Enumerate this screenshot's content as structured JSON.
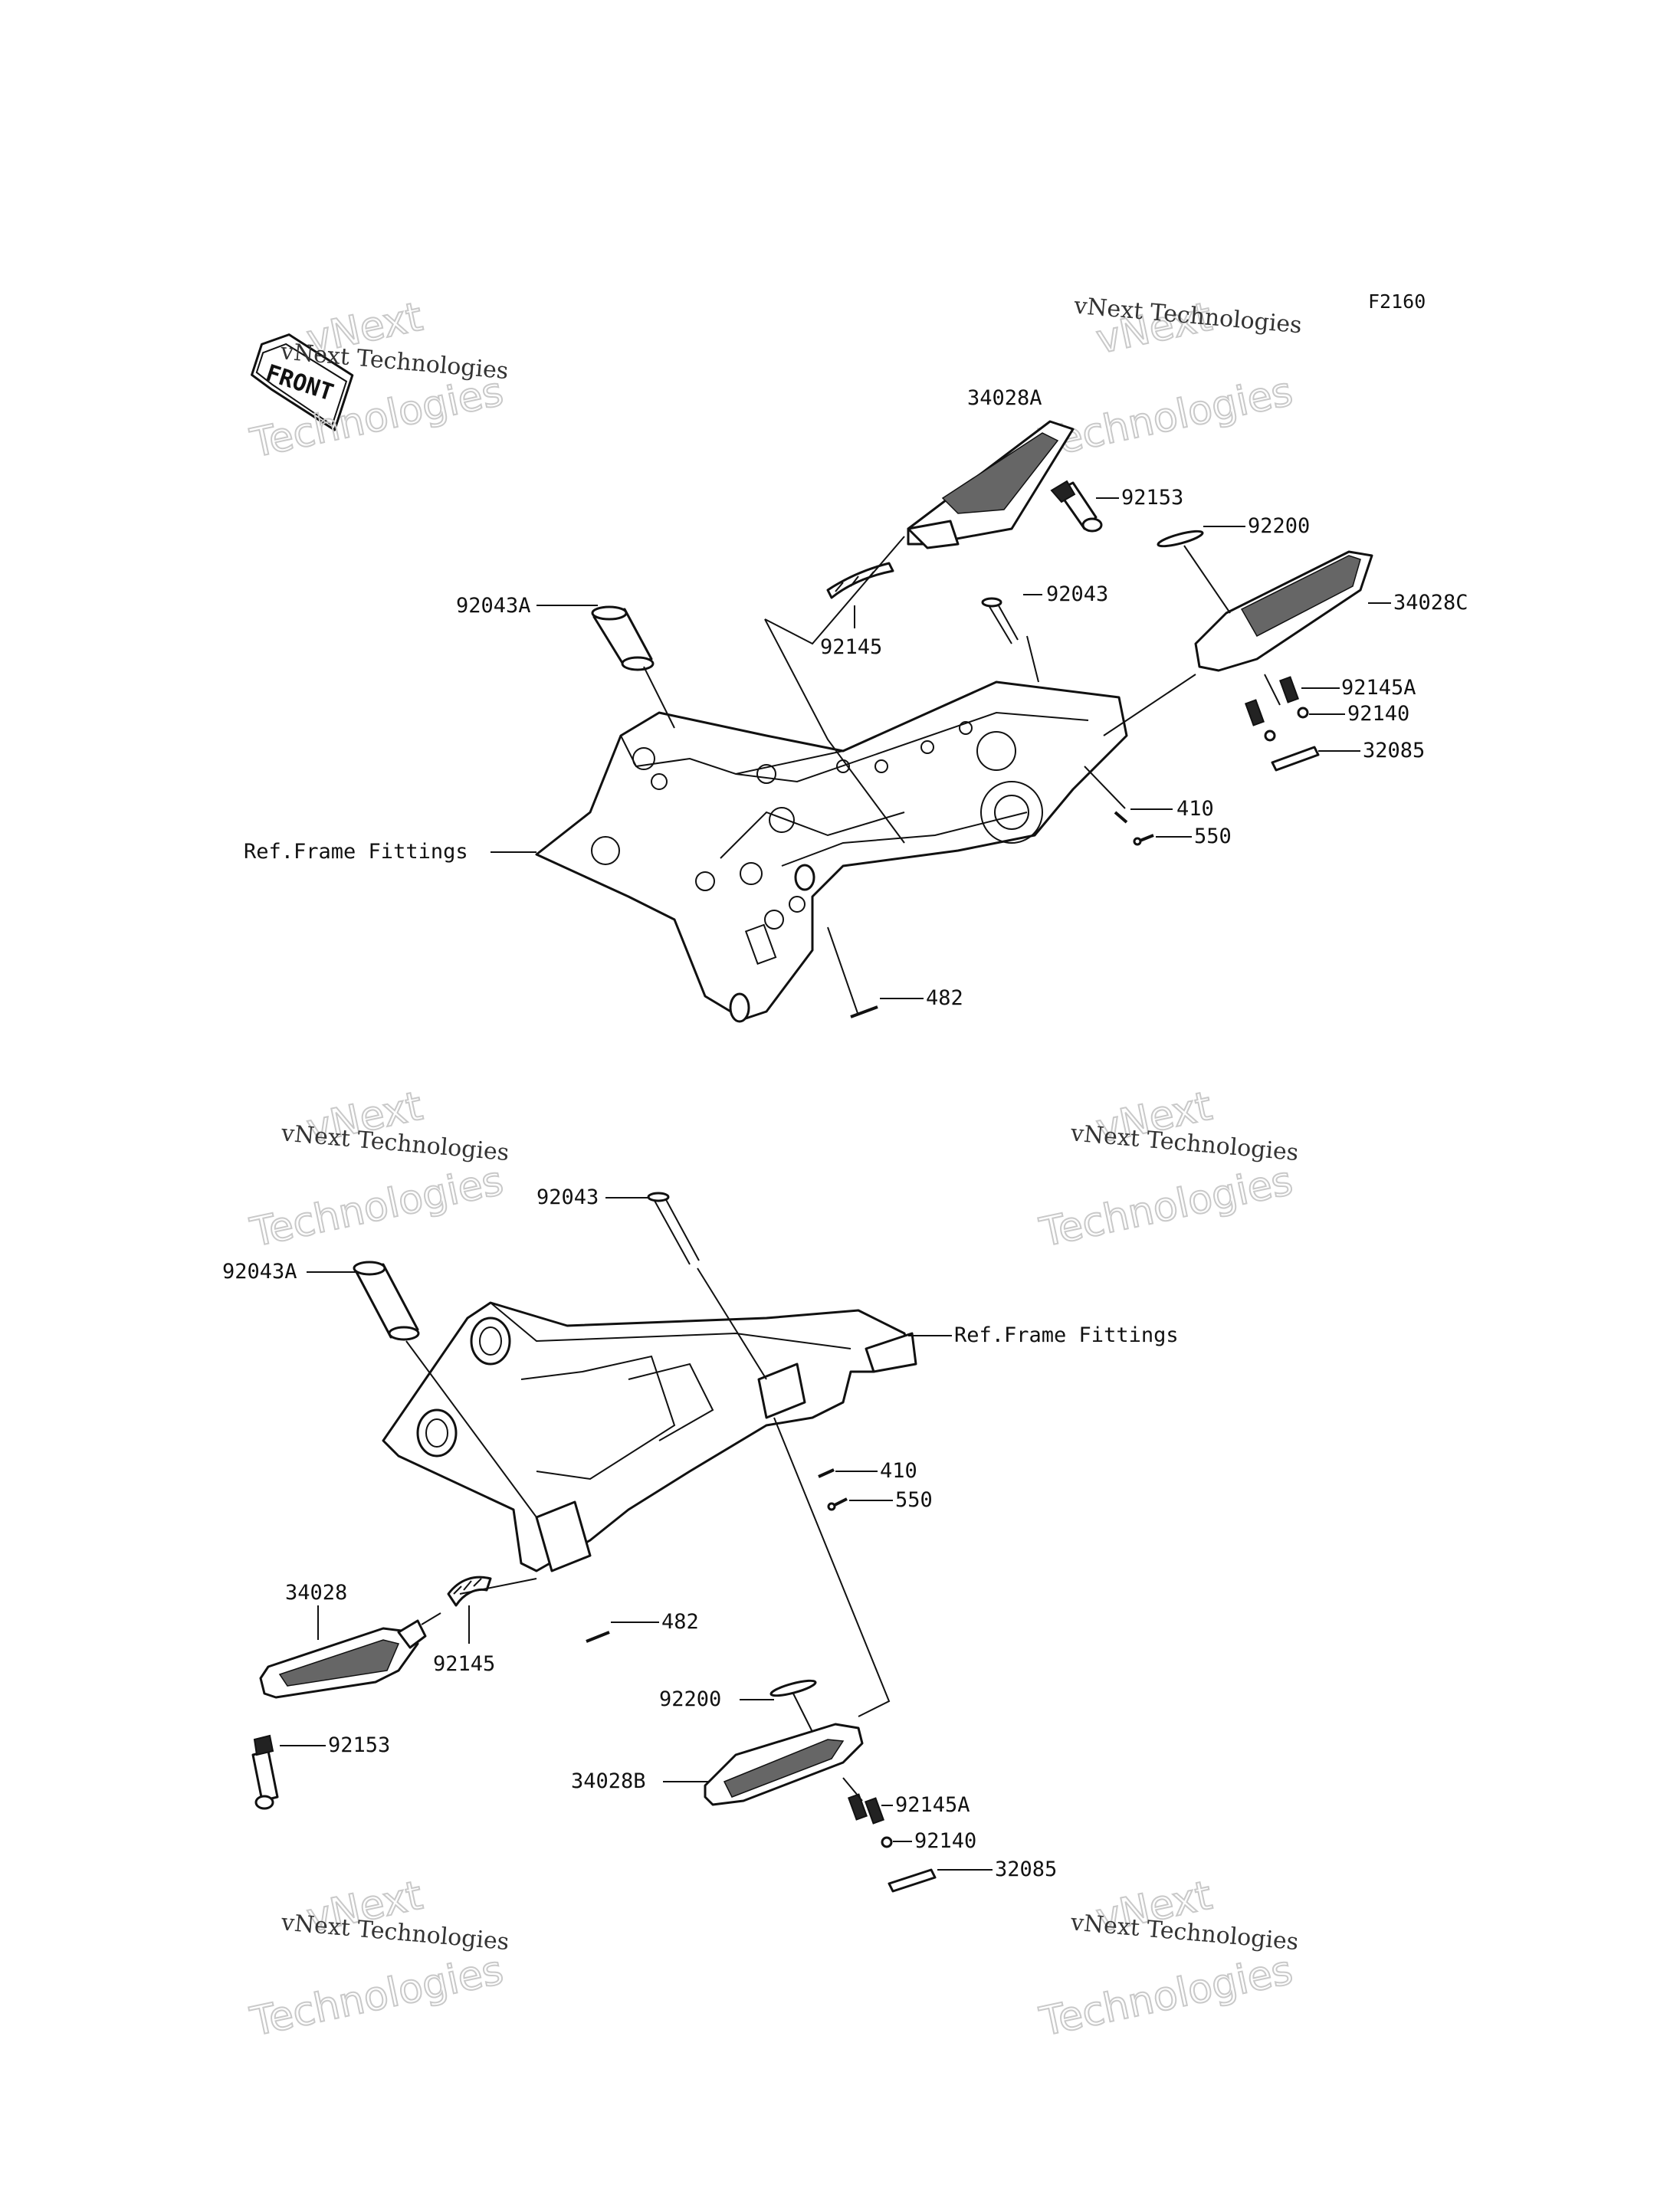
{
  "diagram_code": "F2160",
  "front_indicator": "FRONT",
  "watermark": {
    "line1": "vNext Technologies",
    "line2": "Technologies"
  },
  "labels": {
    "upper": {
      "p34028A": "34028A",
      "p92153": "92153",
      "p92200": "92200",
      "p92043A": "92043A",
      "p92043": "92043",
      "p34028C": "34028C",
      "p92145": "92145",
      "p92145A": "92145A",
      "p92140": "92140",
      "p32085": "32085",
      "p410": "410",
      "p550": "550",
      "ref_frame": "Ref.Frame Fittings",
      "p482": "482"
    },
    "lower": {
      "p92043": "92043",
      "p92043A": "92043A",
      "ref_frame": "Ref.Frame Fittings",
      "p410": "410",
      "p550": "550",
      "p482": "482",
      "p34028": "34028",
      "p92145": "92145",
      "p92153": "92153",
      "p92200": "92200",
      "p34028B": "34028B",
      "p92145A": "92145A",
      "p92140": "92140",
      "p32085": "32085"
    }
  }
}
